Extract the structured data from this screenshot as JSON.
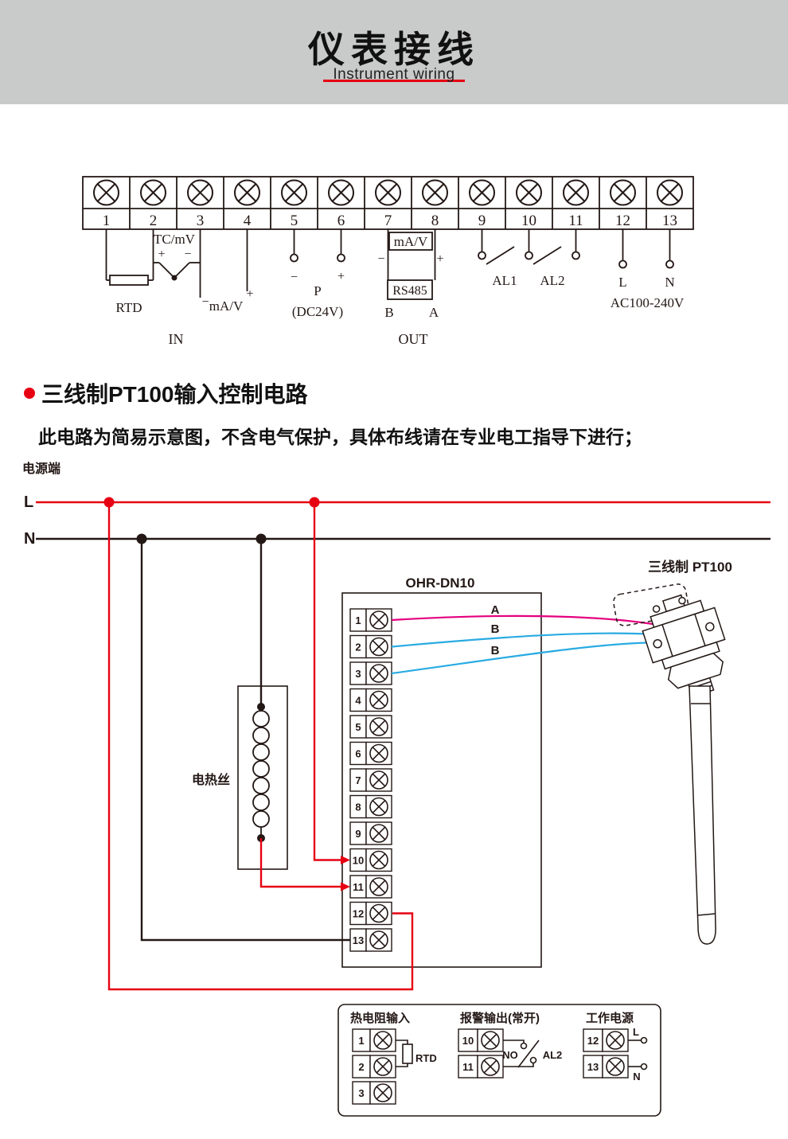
{
  "colors": {
    "accent_red": "#e60012",
    "wire_magenta": "#e4007f",
    "wire_blue": "#29abe2",
    "header_gray": "#c9caca",
    "line_black": "#231815"
  },
  "header": {
    "title": "仪表接线",
    "subtitle": "Instrument wiring"
  },
  "strip": {
    "numbers": [
      "1",
      "2",
      "3",
      "4",
      "5",
      "6",
      "7",
      "8",
      "9",
      "10",
      "11",
      "12",
      "13"
    ],
    "tc_label": "TC/mV",
    "tc_plus": "+",
    "tc_minus": "−",
    "rtd_label": "RTD",
    "in_minus": "−",
    "in_ma_v_label": "mA/V",
    "in_plus": "+",
    "in_label": "IN",
    "p_minus": "−",
    "p_plus": "+",
    "p_label": "P",
    "p_sub": "(DC24V)",
    "out_ma_v_label": "mA/V",
    "out_minus": "−",
    "out_plus": "+",
    "rs485_label": "RS485",
    "rs485_b": "B",
    "rs485_a": "A",
    "out_label": "OUT",
    "al1_label": "AL1",
    "al2_label": "AL2",
    "l_label": "L",
    "n_label": "N",
    "ac_label": "AC100-240V"
  },
  "section": {
    "title": "三线制PT100输入控制电路",
    "note": "此电路为简易示意图，不含电气保护，具体布线请在专业电工指导下进行；"
  },
  "circuit": {
    "power_label": "电源端",
    "l_label": "L",
    "n_label": "N",
    "device_label": "OHR-DN10",
    "heater_label": "电热丝",
    "sensor_label": "三线制 PT100",
    "wire_a_label": "A",
    "wire_b1_label": "B",
    "wire_b2_label": "B",
    "terminal_numbers": [
      "1",
      "2",
      "3",
      "4",
      "5",
      "6",
      "7",
      "8",
      "9",
      "10",
      "11",
      "12",
      "13"
    ]
  },
  "legend": {
    "rtd_title": "热电阻输入",
    "rtd_terminals": [
      "1",
      "2",
      "3"
    ],
    "rtd_label": "RTD",
    "alarm_title": "报警输出(常开)",
    "alarm_terminals": [
      "10",
      "11"
    ],
    "no_label": "NO",
    "al2_label": "AL2",
    "power_title": "工作电源",
    "power_terminals": [
      "12",
      "13"
    ],
    "l_label": "L",
    "n_label": "N"
  }
}
